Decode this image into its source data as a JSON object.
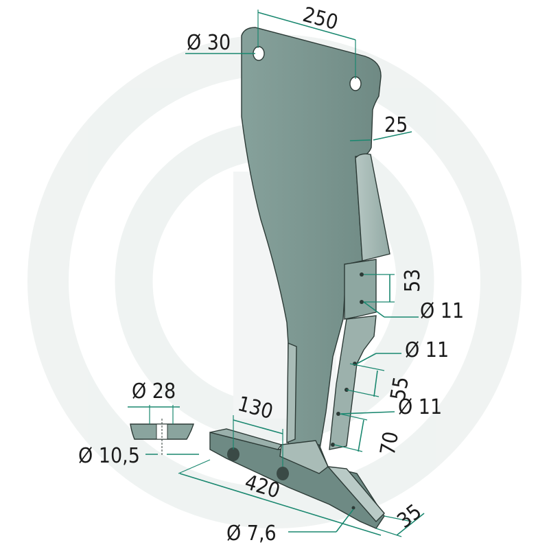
{
  "colors": {
    "watermark": "#eef2f1",
    "blade_face": "#7d9993",
    "blade_edge": "#a5b9b4",
    "blade_dark": "#5f7a74",
    "outline": "#2c3a36",
    "dimension": "#19876f",
    "text": "#1b1b1b"
  },
  "icons": [
    "watermark-logo"
  ],
  "dimensions": {
    "width_top": "250",
    "hole_top": "Ø 30",
    "thickness": "25",
    "spacing_upper": "53",
    "hole_upper": "Ø 11",
    "hole_middle": "Ø 11",
    "spacing_middle": "55",
    "hole_lower": "Ø 11",
    "spacing_lower": "70",
    "foot_offset": "130",
    "foot_length": "420",
    "foot_width": "35",
    "foot_hole": "Ø 7,6",
    "bolt_head": "Ø 28",
    "bolt_shaft": "Ø 10,5"
  }
}
